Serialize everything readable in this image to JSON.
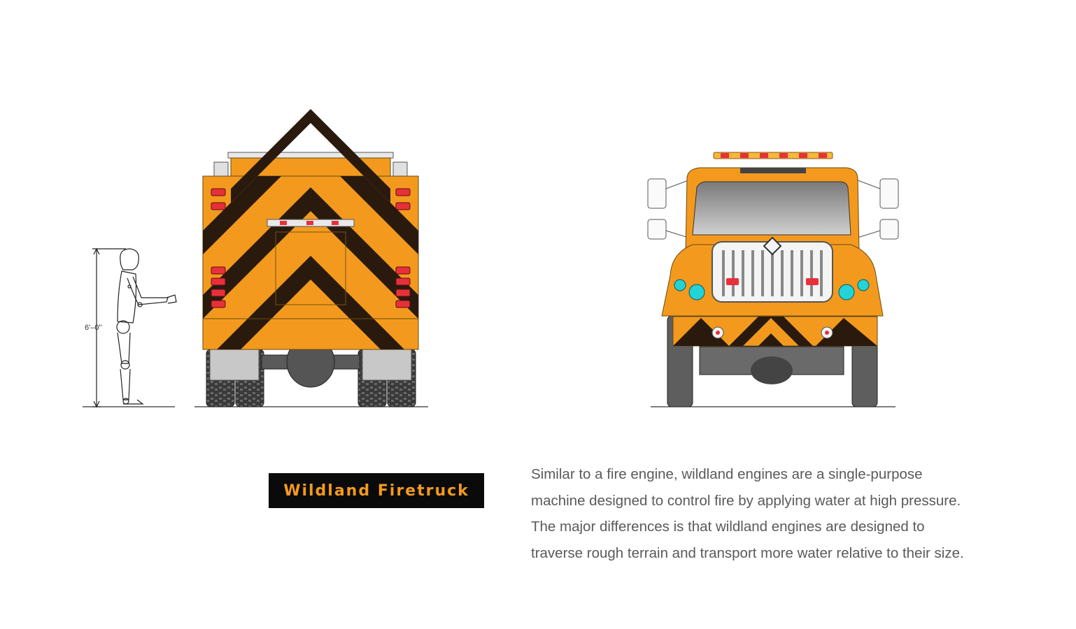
{
  "figure": {
    "title": "Wildland Firetruck",
    "height_label": "6'–0\"",
    "description_lines": [
      "Similar to a fire engine, wildland engines are a single-purpose",
      "machine designed to control fire by applying water at high pressure.",
      "The major differences is that wildland engines are designed to",
      "traverse rough terrain and transport more water relative to their size."
    ]
  },
  "colors": {
    "truck_orange": "#f39a1e",
    "chevron_dark": "#2a1a0e",
    "title_bg": "#0a0a0a",
    "title_text": "#f39a1e",
    "body_text": "#5a5a5a",
    "headlight": "#22d3d8",
    "lightbar_red": "#e8303a",
    "lightbar_amber": "#f6b73c"
  },
  "icons": [
    "human-scale-figure-icon",
    "truck-rear-view-icon",
    "truck-front-view-icon"
  ]
}
